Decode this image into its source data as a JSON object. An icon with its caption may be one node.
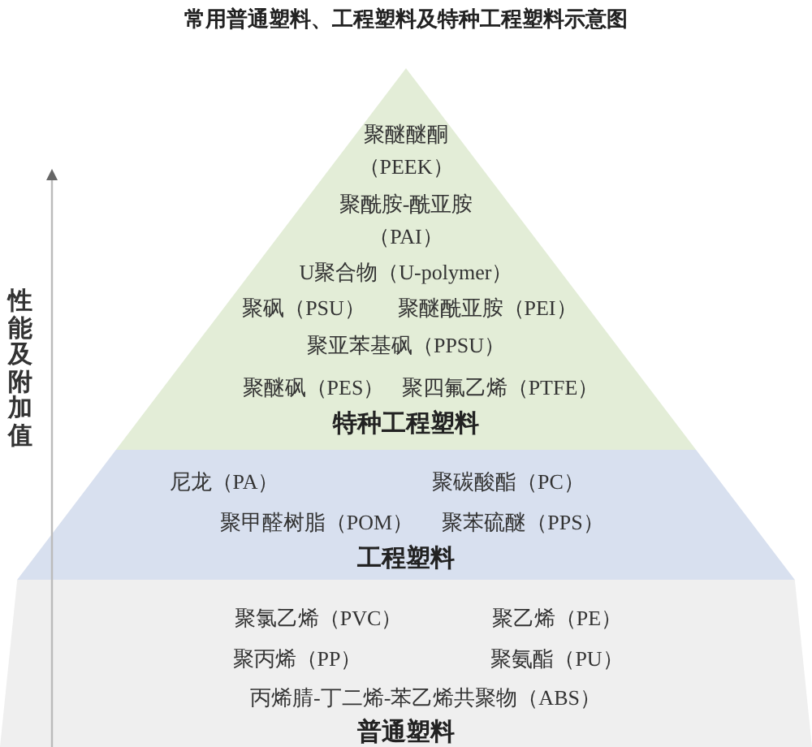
{
  "diagram": {
    "title": "常用普通塑料、工程塑料及特种工程塑料示意图",
    "nodes": [
      {
        "text": [
          "聚醚醚酮（PEEK）",
          "聚酰胺-酰亚胺（PAI）",
          "U聚合物（U-polymer）",
          "聚砜（PSU）",
          "聚醚酰亚胺（PEI）",
          "聚亚苯基砜（PPSU）",
          "聚醚砜（PES）",
          "聚四氟乙烯（PTFE）",
          "特种工程塑料"
        ]
      },
      {
        "text": [
          "尼龙（PA）",
          "聚碳酸酯（PC）",
          "聚甲醛树脂（POM）",
          "聚苯硫醚（PPS）",
          "工程塑料"
        ]
      },
      {
        "text": [
          "聚氯乙烯（PVC）",
          "聚乙烯（PE）",
          "聚丙烯（PP）",
          "聚氨酯（PU）",
          "丙烯腈-丁二烯-苯乙烯共聚物（ABS）",
          "普通塑料"
        ]
      }
    ],
    "labels": [
      "性能及附加值"
    ]
  }
}
